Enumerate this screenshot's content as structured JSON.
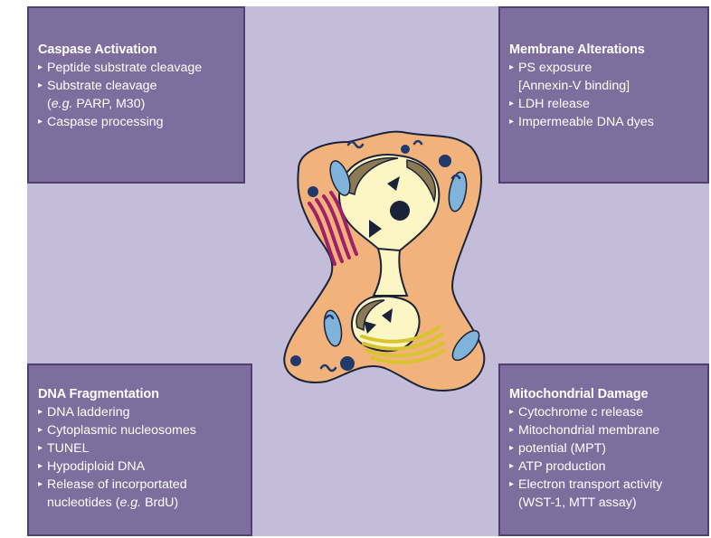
{
  "panels": {
    "caspase": {
      "title": "Caspase Activation",
      "items": [
        {
          "text": "Peptide substrate cleavage"
        },
        {
          "text": "Substrate cleavage"
        },
        {
          "pre": "(",
          "em": "e.g.",
          "post": " PARP, M30)",
          "cont": true
        },
        {
          "text": "Caspase processing"
        }
      ]
    },
    "membrane": {
      "title": "Membrane Alterations",
      "items": [
        {
          "text": "PS exposure"
        },
        {
          "text": "[Annexin-V binding]",
          "cont": true
        },
        {
          "text": "LDH release"
        },
        {
          "text": "Impermeable DNA dyes"
        }
      ]
    },
    "dna": {
      "title": "DNA Fragmentation",
      "items": [
        {
          "text": "DNA laddering"
        },
        {
          "text": "Cytoplasmic nucleosomes"
        },
        {
          "text": "TUNEL"
        },
        {
          "text": "Hypodiploid DNA"
        },
        {
          "text": "Release of incorportated"
        },
        {
          "pre": "nucleotides (",
          "em": "e.g.",
          "post": " BrdU)",
          "cont": true
        }
      ]
    },
    "mito": {
      "title": "Mitochondrial Damage",
      "items": [
        {
          "text": "Cytochrome c release"
        },
        {
          "text": "Mitochondrial membrane"
        },
        {
          "text": "potential (MPT)"
        },
        {
          "text": "ATP production"
        },
        {
          "text": "Electron transport activity"
        },
        {
          "text": "(WST-1, MTT assay)",
          "cont": true
        }
      ]
    }
  },
  "colors": {
    "background": "#c4bdd9",
    "panel": "#7e6e9e",
    "panel_border": "#4f3f75",
    "cytoplasm": "#f2b27b",
    "nucleus": "#fbf6c4",
    "mitochondria": "#7fb3d9",
    "er": "#a0206a",
    "golgi": "#f1e24a",
    "vesicle": "#1f3a6b"
  }
}
